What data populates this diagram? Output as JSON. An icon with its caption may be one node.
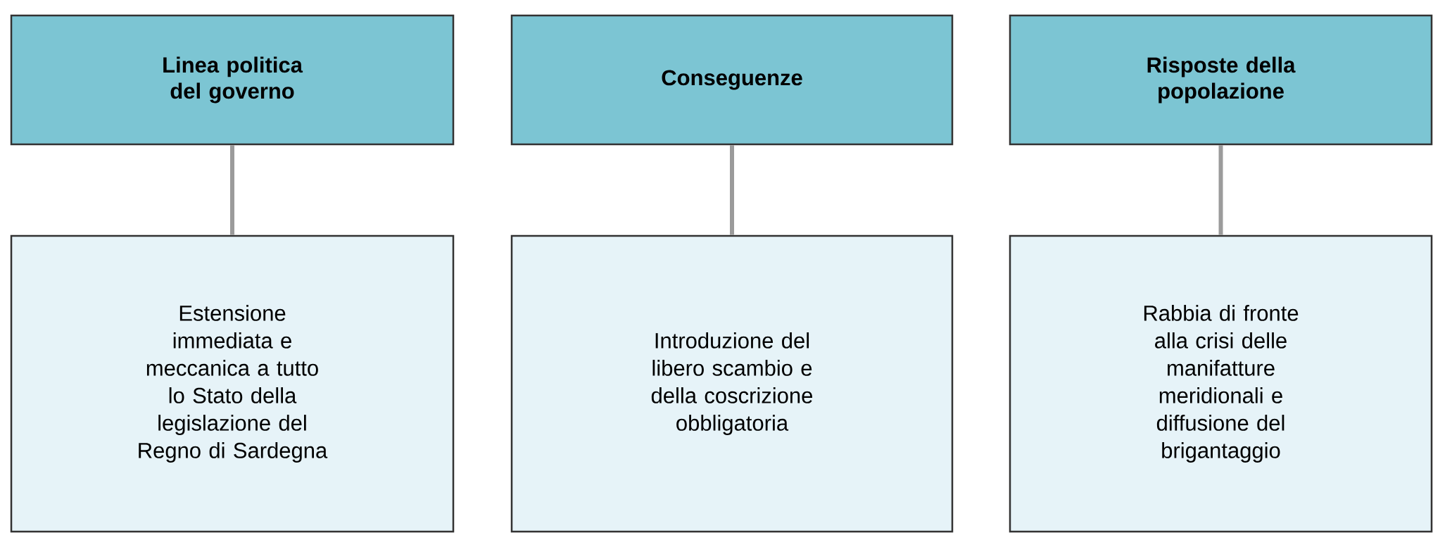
{
  "diagram": {
    "nodes": [
      {
        "text": [
          "Linea politica del governo"
        ]
      },
      {
        "text": [
          "Conseguenze"
        ]
      },
      {
        "text": [
          "Risposte della popolazione"
        ]
      },
      {
        "text": [
          "Estensione immediata e meccanica a tutto lo Stato della legislazione del Regno di Sardegna"
        ]
      },
      {
        "text": [
          "Introduzione del libero scambio e della coscrizione obbligatoria"
        ]
      },
      {
        "text": [
          "Rabbia di fronte alla crisi delle manifatture meridionali e diffusione del brigantaggio"
        ]
      }
    ],
    "edges": [
      {
        "from": 0,
        "to": 3,
        "arrow": "none"
      },
      {
        "from": 1,
        "to": 4,
        "arrow": "none"
      },
      {
        "from": 2,
        "to": 5,
        "arrow": "none"
      }
    ]
  }
}
